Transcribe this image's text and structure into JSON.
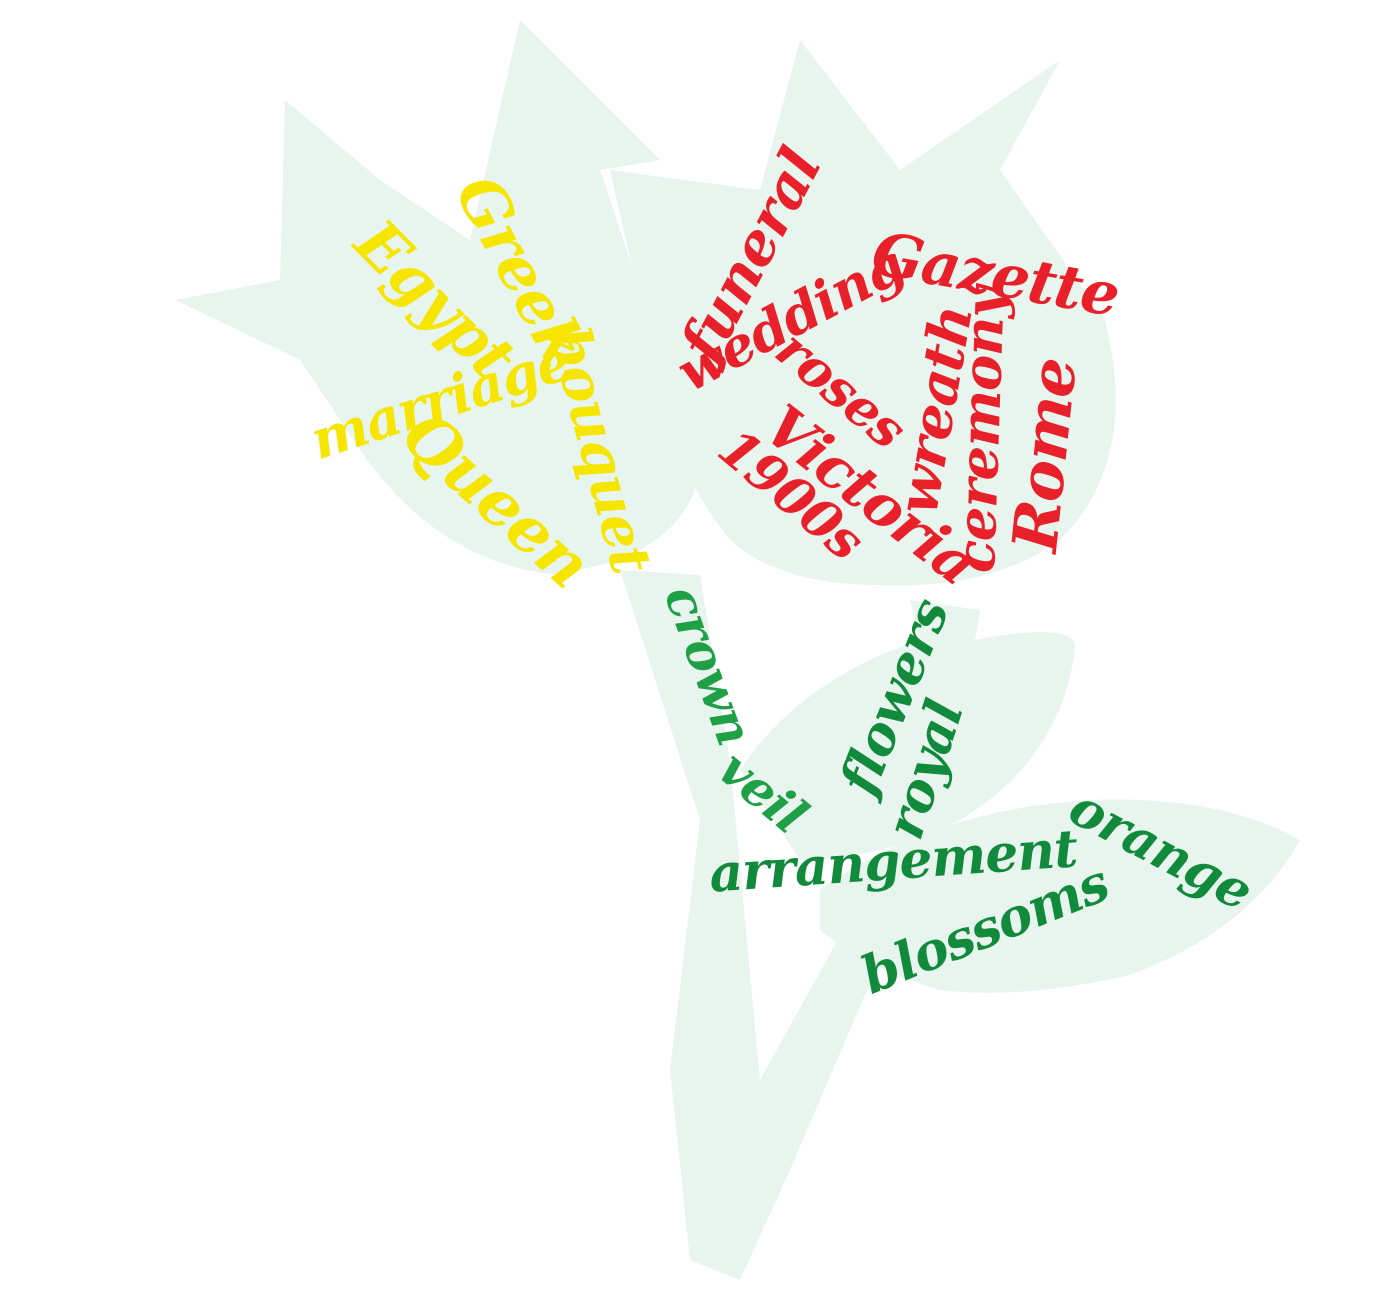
{
  "palette": {
    "yellow": "#f5e500",
    "red": "#e8202a",
    "green": "#1fa046",
    "dark_green": "#128a3c",
    "silhouette": "#e8f5ee"
  },
  "words": [
    {
      "id": "greek",
      "text": "Greek",
      "color": "yellow"
    },
    {
      "id": "egypt",
      "text": "Egypt",
      "color": "yellow"
    },
    {
      "id": "bouquet",
      "text": "bouquet",
      "color": "yellow"
    },
    {
      "id": "marriage",
      "text": "marriage",
      "color": "yellow"
    },
    {
      "id": "queen",
      "text": "Queen",
      "color": "yellow"
    },
    {
      "id": "funeral",
      "text": "funeral",
      "color": "red"
    },
    {
      "id": "wedding",
      "text": "wedding",
      "color": "red"
    },
    {
      "id": "gazette",
      "text": "Gazette",
      "color": "red"
    },
    {
      "id": "roses",
      "text": "roses",
      "color": "red"
    },
    {
      "id": "wreath",
      "text": "wreath",
      "color": "red"
    },
    {
      "id": "ceremony",
      "text": "ceremony",
      "color": "red"
    },
    {
      "id": "rome",
      "text": "Rome",
      "color": "red"
    },
    {
      "id": "victoria",
      "text": "Victoria",
      "color": "red"
    },
    {
      "id": "1900s",
      "text": "1900s",
      "color": "red"
    },
    {
      "id": "crown",
      "text": "crown",
      "color": "green"
    },
    {
      "id": "veil",
      "text": "veil",
      "color": "green"
    },
    {
      "id": "flowers",
      "text": "flowers",
      "color": "dark_green"
    },
    {
      "id": "royal",
      "text": "royal",
      "color": "dark_green"
    },
    {
      "id": "arrangement",
      "text": "arrangement",
      "color": "dark_green"
    },
    {
      "id": "orange",
      "text": "orange",
      "color": "dark_green"
    },
    {
      "id": "blossoms",
      "text": "blossoms",
      "color": "dark_green"
    }
  ]
}
